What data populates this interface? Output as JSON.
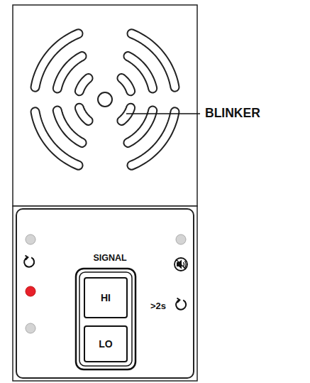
{
  "diagram": {
    "nodes": [
      {
        "text": [
          "SIGNAL"
        ]
      },
      {
        "text": [
          "HI"
        ],
        "in": 0
      },
      {
        "text": [
          "LO"
        ],
        "in": 0
      }
    ],
    "labels": [
      "BLINKER",
      ">2s"
    ]
  }
}
